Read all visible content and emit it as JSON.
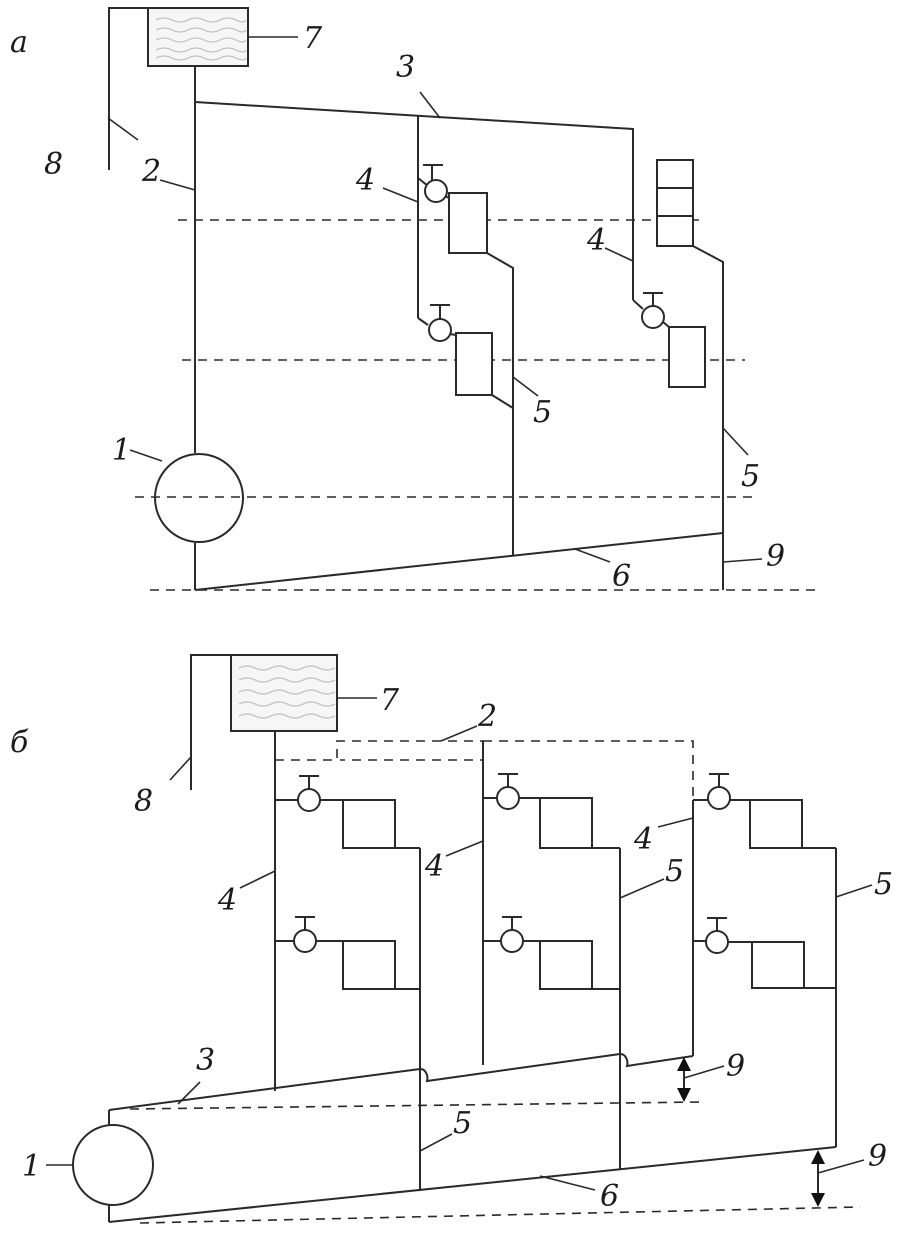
{
  "panel_a": {
    "letter": "а",
    "labels": {
      "boiler": "1",
      "main_riser": "2",
      "supply_line": "3",
      "supply_riser_1": "4",
      "supply_riser_2": "4",
      "return_riser_1": "5",
      "return_riser_2": "5",
      "return_line": "6",
      "expansion_tank": "7",
      "overflow_pipe": "8",
      "slope": "9"
    }
  },
  "panel_b": {
    "letter": "б",
    "labels": {
      "boiler": "1",
      "distribution_line": "2",
      "supply_line": "3",
      "supply_riser_1": "4",
      "supply_riser_2": "4",
      "supply_riser_3": "4",
      "return_riser_1": "5",
      "return_riser_2": "5",
      "return_riser_3": "5",
      "return_line": "6",
      "expansion_tank": "7",
      "overflow_pipe": "8",
      "slope_supply": "9",
      "slope_return": "9"
    }
  },
  "icons": {
    "valve": "valve-icon",
    "radiator": "radiator-icon",
    "boiler": "boiler-icon",
    "tank": "expansion-tank-icon",
    "slope_arrow": "double-arrow-icon"
  },
  "colors": {
    "line": "#2a2a2a",
    "tank_fill": "#f6f6f6",
    "water_wave": "#b8b8b8"
  }
}
